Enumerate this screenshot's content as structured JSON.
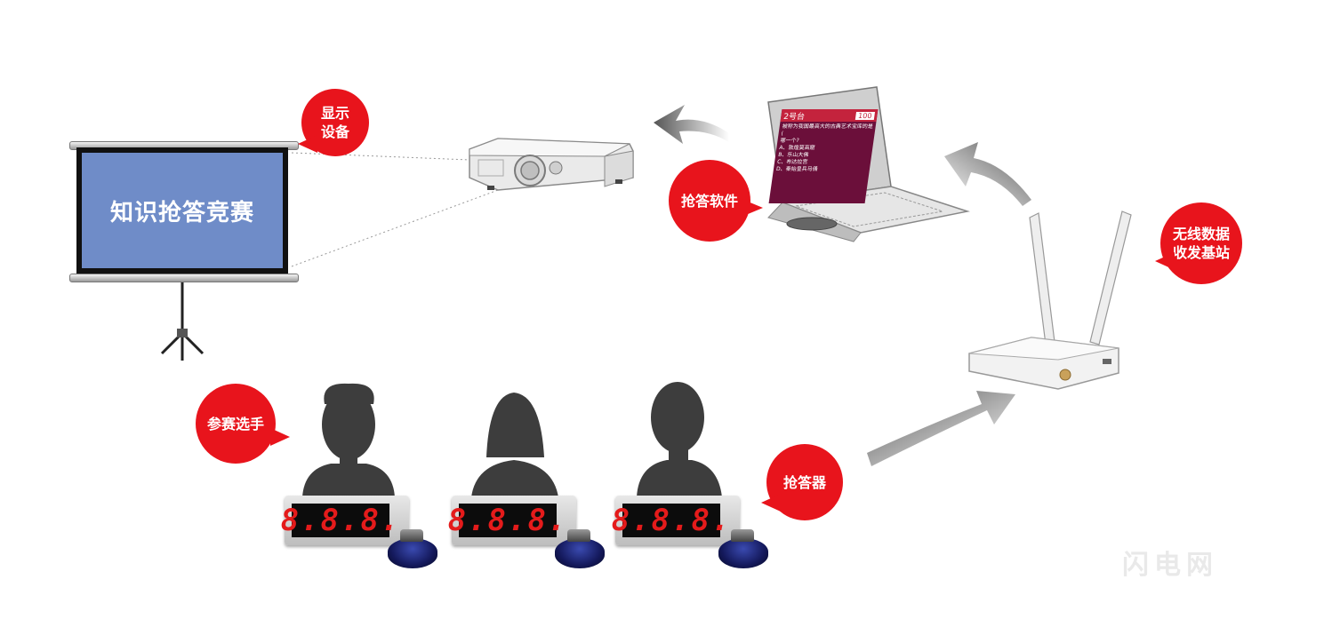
{
  "labels": {
    "display_device": [
      "显示",
      "设备"
    ],
    "software": "抢答软件",
    "base_station": [
      "无线数据",
      "收发基站"
    ],
    "contestants": "参赛选手",
    "buzzer": "抢答器"
  },
  "projection_screen": {
    "text": "知识抢答竞赛"
  },
  "laptop_screen": {
    "station": "2号台",
    "score": "100",
    "question": "被称为我国最高大的古典艺术宝库的是(",
    "question_cont": "哪一个?",
    "options": [
      "A、敦煌莫高窟",
      "B、乐山大佛",
      "C、布达拉宫",
      "D、秦始皇兵马俑"
    ]
  },
  "buzzer_displays": [
    "8.8.8.",
    "8.8.8.",
    "8.8.8."
  ],
  "watermark": "闪电网",
  "colors": {
    "bubble_red": "#e8141c",
    "screen_blue": "#6f8cc8",
    "led_red": "#e41b1b",
    "laptop_bg": "#6b0f3a",
    "silhouette": "#3d3d3d"
  }
}
